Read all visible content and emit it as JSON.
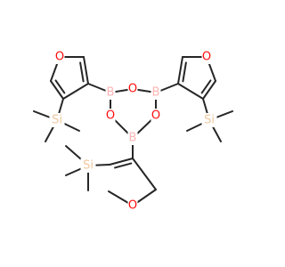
{
  "molecule": {
    "colors": {
      "bond": "#262626",
      "O": "#ff0d0d",
      "B": "#ffb5b5",
      "Si": "#f0c8a0"
    },
    "atoms": {
      "o1": "O",
      "o2": "O",
      "o3": "O",
      "b1": "B",
      "b2": "B",
      "b3": "B",
      "oa": "O",
      "ob": "O",
      "oc": "O",
      "si_a": "Si",
      "si_b": "Si",
      "si_c": "Si"
    }
  }
}
